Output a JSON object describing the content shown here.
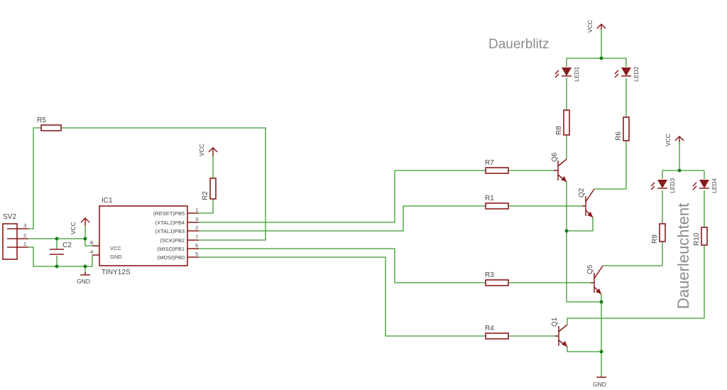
{
  "labels": {
    "dauerblitz": "Dauerblitz",
    "dauerleuchtent": "Dauerleuchtent",
    "vcc": "VCC",
    "gnd": "GND"
  },
  "parts": {
    "sv2": "SV2",
    "ic1": "IC1",
    "ic1_type": "TINY12S",
    "c2": "C2",
    "r1": "R1",
    "r2": "R2",
    "r3": "R3",
    "r4": "R4",
    "r5": "R5",
    "r6": "R6",
    "r7": "R7",
    "r8": "R8",
    "r9": "R9",
    "r10": "R10",
    "q1": "Q1",
    "q2": "Q2",
    "q5": "Q5",
    "q6": "Q6",
    "led1": "LED1",
    "led2": "LED2",
    "led3": "LED3",
    "led4": "LED4"
  },
  "ic_pins": {
    "left": [
      {
        "num": "8",
        "name": "VCC"
      },
      {
        "num": "4",
        "name": "GND"
      }
    ],
    "right": [
      {
        "num": "1",
        "name": "(RESET)PB5"
      },
      {
        "num": "3",
        "name": "(XTAL2)PB4"
      },
      {
        "num": "2",
        "name": "(XTAL1)PB3"
      },
      {
        "num": "7",
        "name": "(SCK)PB2"
      },
      {
        "num": "6",
        "name": "(MISO)PB1"
      },
      {
        "num": "5",
        "name": "(MOSI)PB0"
      }
    ]
  },
  "connector_pins": [
    "3",
    "2",
    "1"
  ],
  "colors": {
    "wire": "#3a9a2e",
    "symbol": "#8b1a1a",
    "label": "#8c8c8c"
  }
}
